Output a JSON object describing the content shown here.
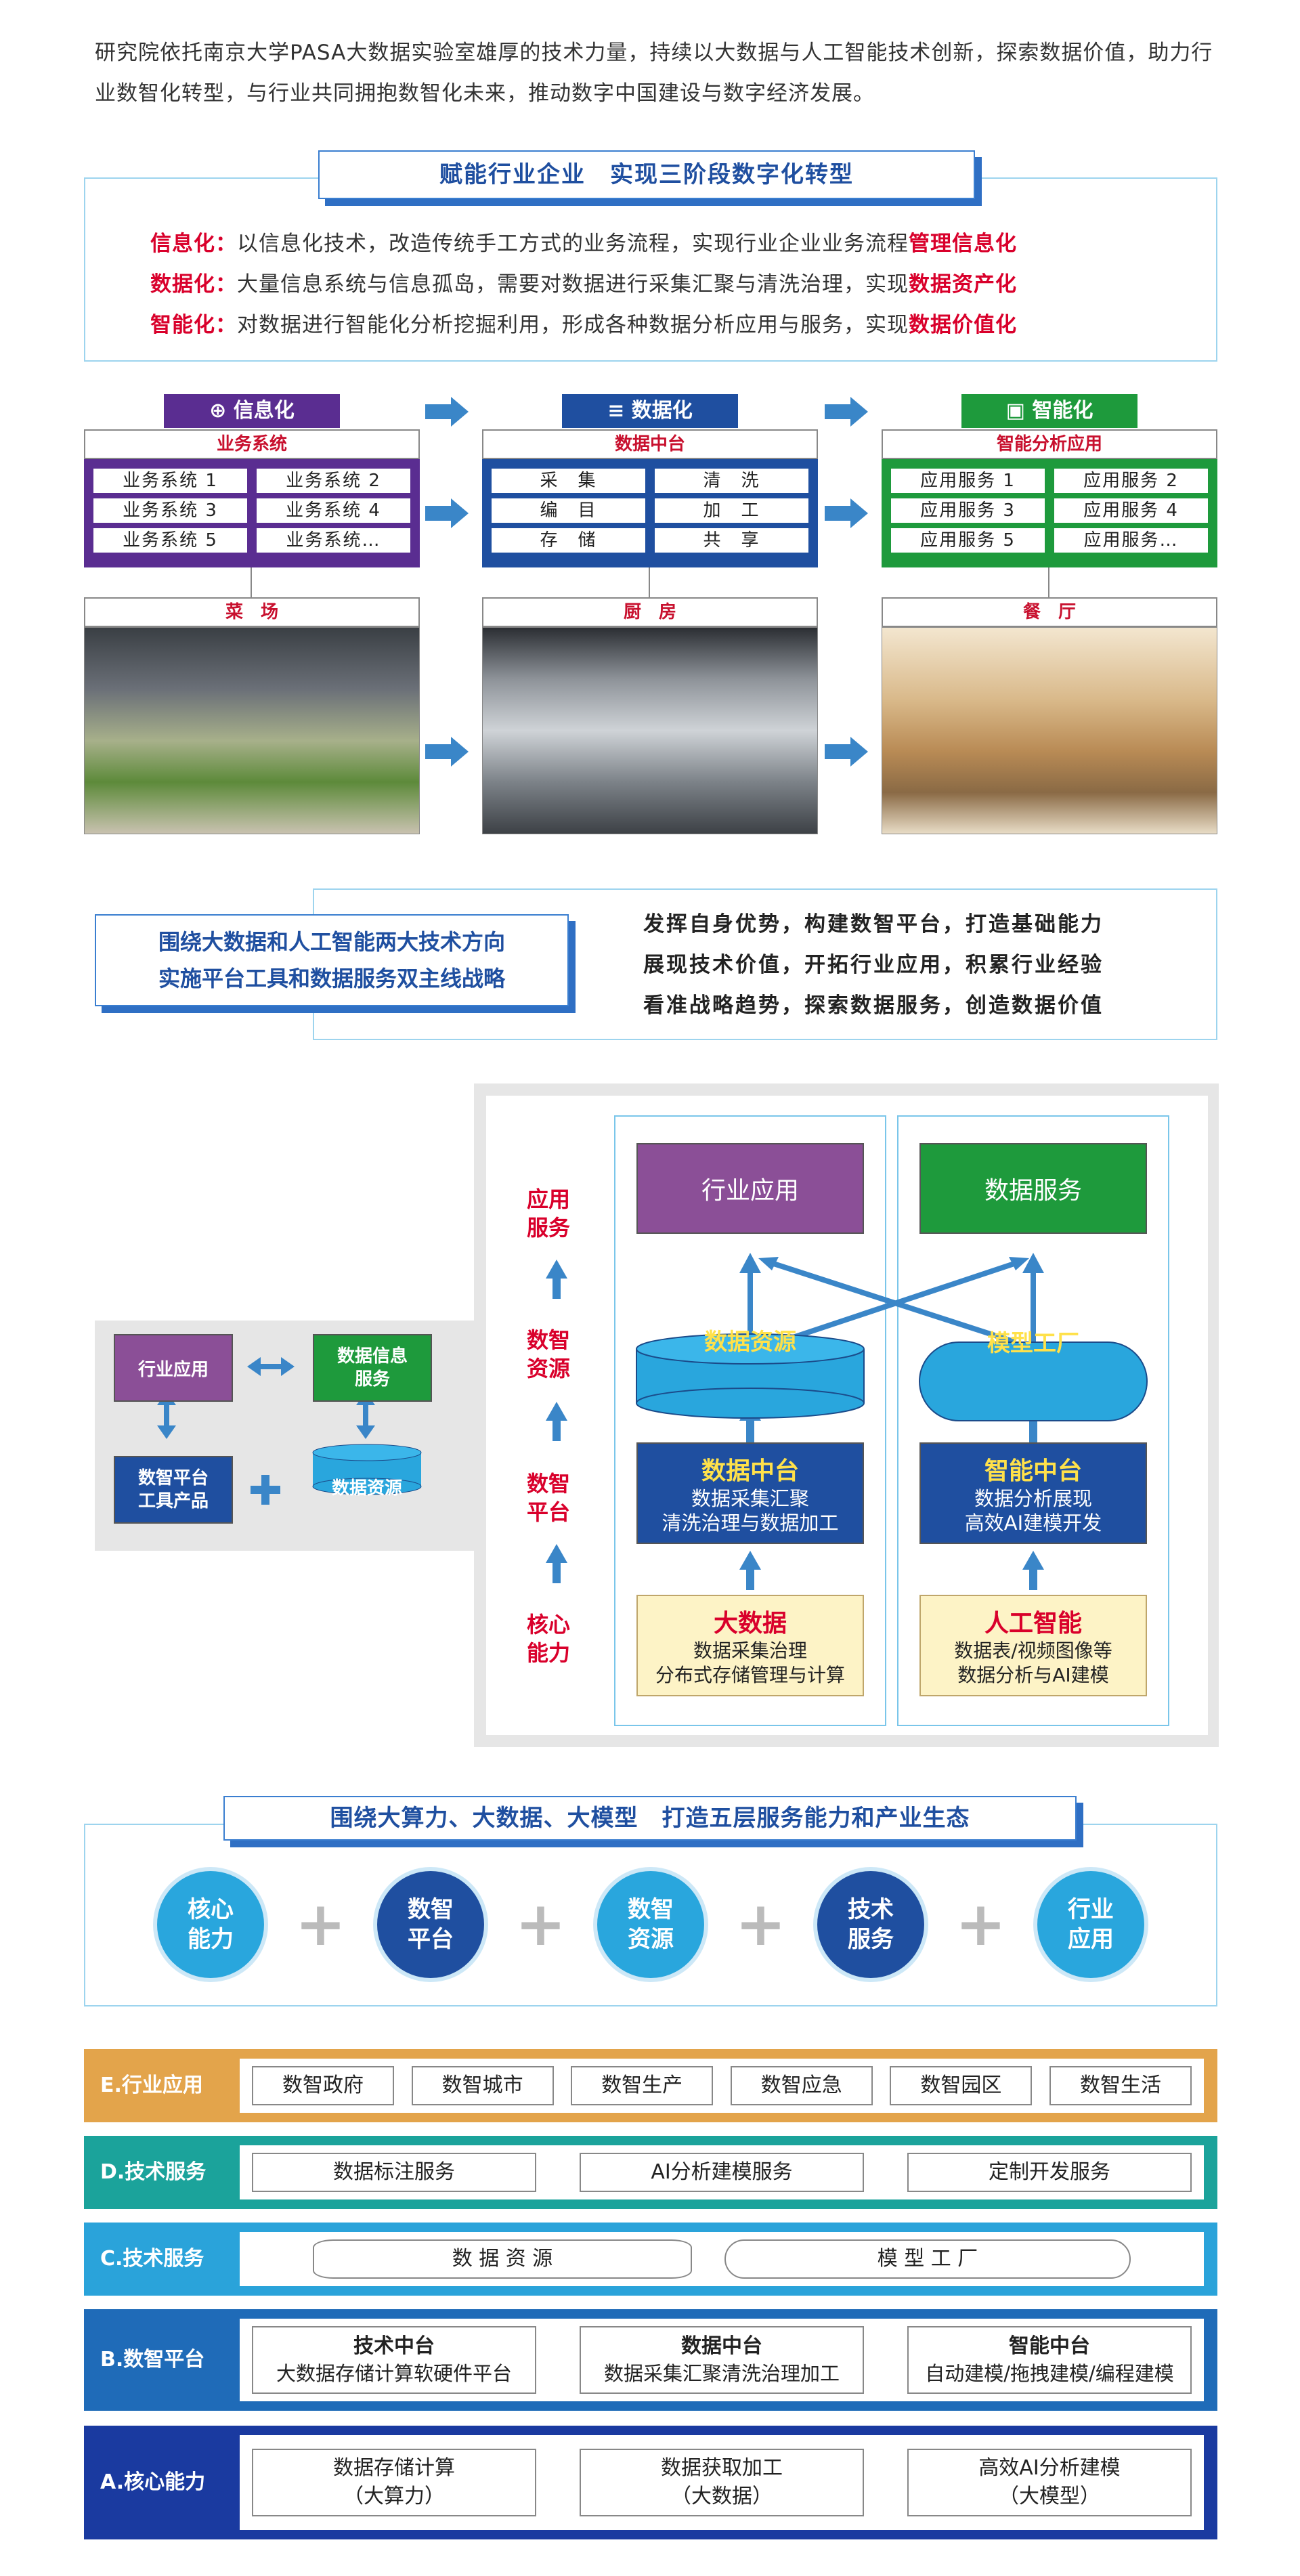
{
  "intro": "研究院依托南京大学PASA大数据实验室雄厚的技术力量，持续以大数据与人工智能技术创新，探索数据价值，助力行业数智化转型，与行业共同拥抱数智化未来，推动数字中国建设与数字经济发展。",
  "s1": {
    "title": "赋能行业企业　实现三阶段数字化转型",
    "rows": [
      {
        "label": "信息化：",
        "text": "以信息化技术，改造传统手工方式的业务流程，实现行业企业业务流程",
        "em": "管理信息化"
      },
      {
        "label": "数据化：",
        "text": "大量信息系统与信息孤岛，需要对数据进行采集汇聚与清洗治理，实现",
        "em": "数据资产化"
      },
      {
        "label": "智能化：",
        "text": "对数据进行智能化分析挖掘利用，形成各种数据分析应用与服务，实现",
        "em": "数据价值化"
      }
    ]
  },
  "s2": {
    "cols": [
      {
        "head": "信息化",
        "icon": "globe-icon",
        "color": "#5a2d91",
        "sub": "业务系统",
        "cells": [
          "业务系统 1",
          "业务系统 2",
          "业务系统 3",
          "业务系统 4",
          "业务系统 5",
          "业务系统…"
        ],
        "photo_label": "菜　场"
      },
      {
        "head": "数据化",
        "icon": "server-icon",
        "color": "#1f4fa0",
        "sub": "数据中台",
        "cells": [
          "采　集",
          "清　洗",
          "编　目",
          "加　工",
          "存　储",
          "共　享"
        ],
        "photo_label": "厨　房"
      },
      {
        "head": "智能化",
        "icon": "monitor-icon",
        "color": "#1e9a3c",
        "sub": "智能分析应用",
        "cells": [
          "应用服务 1",
          "应用服务 2",
          "应用服务 3",
          "应用服务 4",
          "应用服务 5",
          "应用服务…"
        ],
        "photo_label": "餐　厅"
      }
    ]
  },
  "s3": {
    "title_lines": [
      "围绕大数据和人工智能两大技术方向",
      "实施平台工具和数据服务双主线战略"
    ],
    "lines": [
      "发挥自身优势，构建数智平台，打造基础能力",
      "展现技术价值，开拓行业应用，积累行业经验",
      "看准战略趋势，探索数据服务，创造数据价值"
    ]
  },
  "s4": {
    "small": {
      "app": "行业应用",
      "svc": "数据信息\n服务",
      "plat": "数智平台\n工具产品",
      "res": "数据资源"
    },
    "levels": [
      "应用\n服务",
      "数智\n资源",
      "数智\n平台",
      "核心\n能力"
    ],
    "left": {
      "top": "行业应用",
      "res": "数据资源",
      "mid_title": "数据中台",
      "mid_text": "数据采集汇聚\n清洗治理与数据加工",
      "base_title": "大数据",
      "base_text": "数据采集治理\n分布式存储管理与计算"
    },
    "right": {
      "top": "数据服务",
      "res": "模型工厂",
      "mid_title": "智能中台",
      "mid_text": "数据分析展现\n高效AI建模开发",
      "base_title": "人工智能",
      "base_text": "数据表/视频图像等\n数据分析与AI建模"
    }
  },
  "s5": {
    "title": "围绕大算力、大数据、大模型　打造五层服务能力和产业生态",
    "circles": [
      "核心\n能力",
      "数智\n平台",
      "数智\n资源",
      "技术\n服务",
      "行业\n应用"
    ]
  },
  "tiers": [
    {
      "label": "E.行业应用",
      "color": "#e3a44b",
      "items": [
        "数智政府",
        "数智城市",
        "数智生产",
        "数智应急",
        "数智园区",
        "数智生活"
      ]
    },
    {
      "label": "D.技术服务",
      "color": "#1ba39b",
      "items": [
        "数据标注服务",
        "AI分析建模服务",
        "定制开发服务"
      ]
    },
    {
      "label": "C.技术服务",
      "color": "#2aa3da",
      "items": [
        "数 据 资 源",
        "模 型 工 厂"
      ]
    },
    {
      "label": "B.数智平台",
      "color": "#1f6bb8",
      "items": [
        {
          "t": "技术中台",
          "s": "大数据存储计算软硬件平台"
        },
        {
          "t": "数据中台",
          "s": "数据采集汇聚清洗治理加工"
        },
        {
          "t": "智能中台",
          "s": "自动建模/拖拽建模/编程建模"
        }
      ]
    },
    {
      "label": "A.核心能力",
      "color": "#1a3aa0",
      "items": [
        "数据存储计算\n（大算力）",
        "数据获取加工\n（大数据）",
        "高效AI分析建模\n（大模型）"
      ]
    }
  ]
}
